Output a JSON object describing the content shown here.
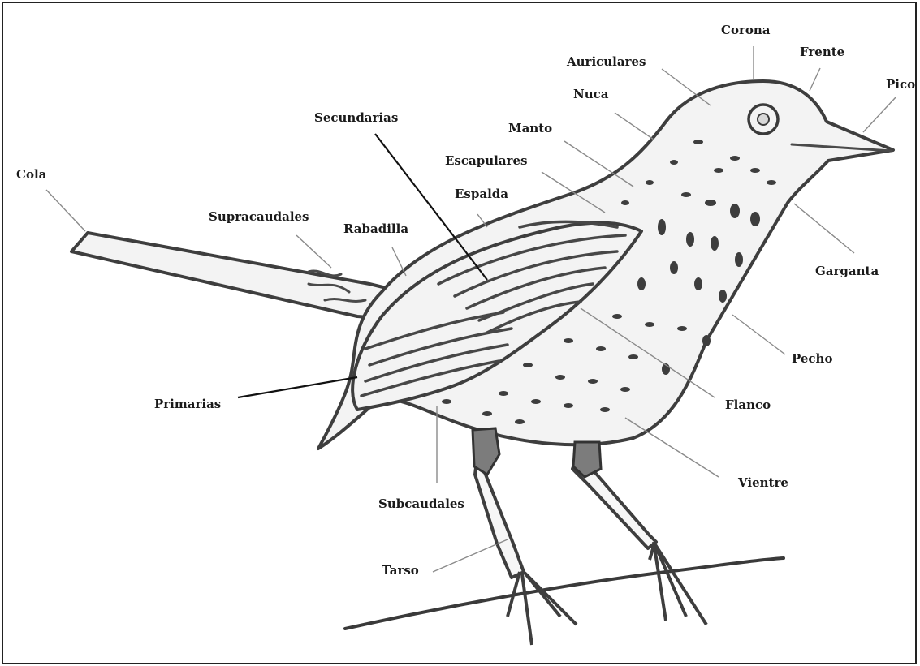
{
  "diagram": {
    "labels": {
      "corona": "Corona",
      "frente": "Frente",
      "pico": "Pico",
      "auriculares": "Auriculares",
      "nuca": "Nuca",
      "secundarias": "Secundarias",
      "manto": "Manto",
      "escapulares": "Escapulares",
      "espalda": "Espalda",
      "cola": "Cola",
      "supracaudales": "Supracaudales",
      "rabadilla": "Rabadilla",
      "garganta": "Garganta",
      "pecho": "Pecho",
      "primarias": "Primarias",
      "flanco": "Flanco",
      "vientre": "Vientre",
      "subcaudales": "Subcaudales",
      "tarso": "Tarso"
    }
  }
}
